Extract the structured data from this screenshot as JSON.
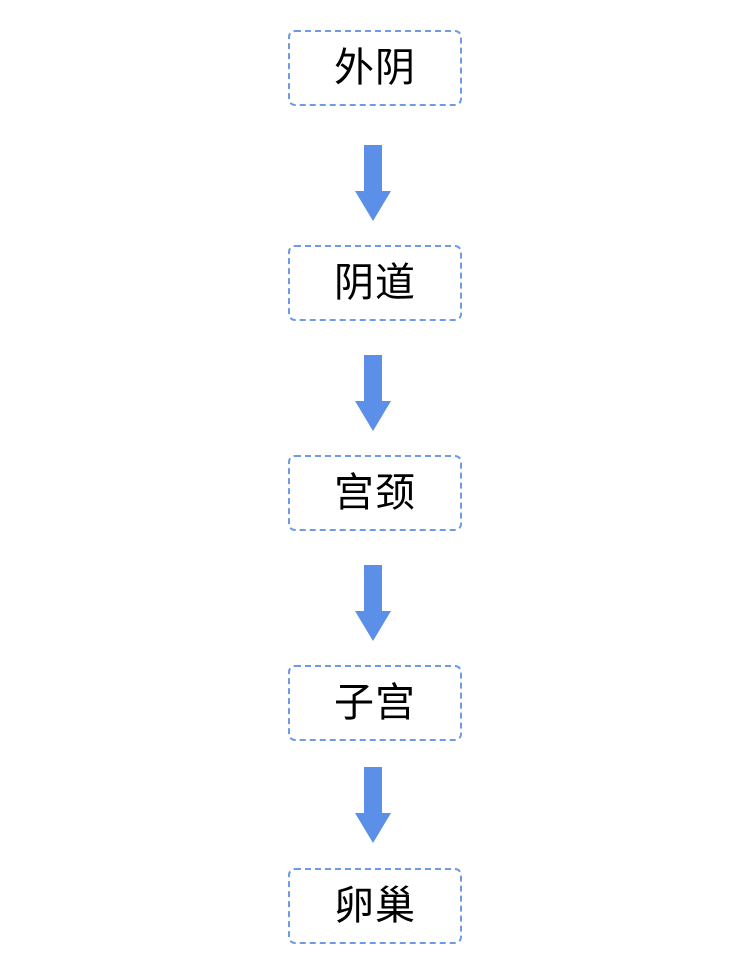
{
  "diagram": {
    "nodes": [
      {
        "label": "外阴"
      },
      {
        "label": "阴道"
      },
      {
        "label": "宫颈"
      },
      {
        "label": "子宫"
      },
      {
        "label": "卵巢"
      }
    ],
    "edges": [
      {
        "from": 0,
        "to": 1
      },
      {
        "from": 1,
        "to": 2
      },
      {
        "from": 2,
        "to": 3
      },
      {
        "from": 3,
        "to": 4
      }
    ],
    "colors": {
      "node_border": "#6f9be6",
      "arrow": "#5b8fe8",
      "text": "#000000"
    }
  }
}
